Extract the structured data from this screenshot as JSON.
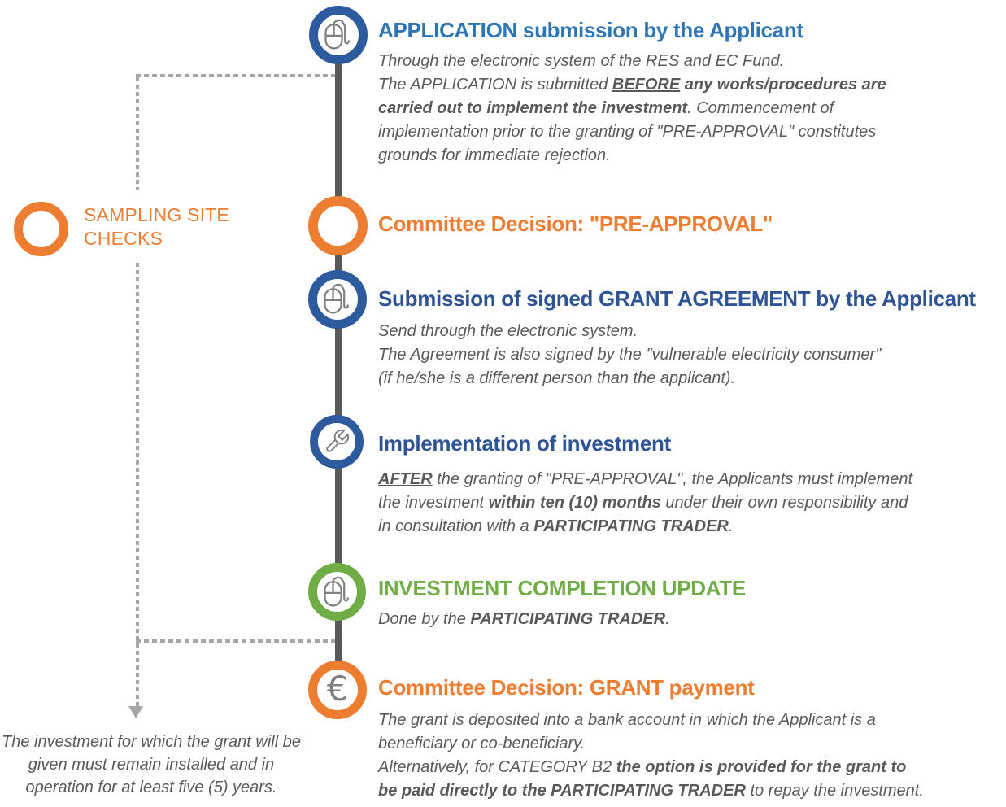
{
  "palette": {
    "blue_circle": "#2E5B9E",
    "blue_title": "#2E75B6",
    "navy_title": "#2F5496",
    "orange": "#ED7D31",
    "green": "#70AD47",
    "text_gray": "#595959",
    "bar_gray": "#595959",
    "dot_gray": "#A6A6A6",
    "icon_gray": "#808080"
  },
  "icons": {
    "euro_glyph": "€"
  },
  "sampling": {
    "line1": "SAMPLING SITE",
    "line2": "CHECKS"
  },
  "footnote": {
    "line1": "The investment for which the grant will be",
    "line2": "given must remain installed and in",
    "line3": "operation for at least five (5) years."
  },
  "steps": [
    {
      "title": "APPLICATION submission by the Applicant",
      "icon": "mouse-icon",
      "body_lines": [
        [
          {
            "t": "Through the electronic system of the RES and EC Fund."
          }
        ],
        [
          {
            "t": "The APPLICATION is submitted "
          },
          {
            "t": "BEFORE",
            "b": true,
            "u": true
          },
          {
            "t": " any works/procedures are",
            "b": true
          }
        ],
        [
          {
            "t": "carried out to implement the investment",
            "b": true
          },
          {
            "t": ". Commencement of"
          }
        ],
        [
          {
            "t": "implementation prior to the granting of \"PRE-APPROVAL\" constitutes"
          }
        ],
        [
          {
            "t": "grounds for immediate rejection."
          }
        ]
      ]
    },
    {
      "title": "Committee Decision: \"PRE-APPROVAL\"",
      "icon": "ring-icon",
      "body_lines": []
    },
    {
      "title": "Submission of signed GRANT AGREEMENT by the Applicant",
      "icon": "mouse-icon",
      "body_lines": [
        [
          {
            "t": "Send through the electronic system."
          }
        ],
        [
          {
            "t": "The Agreement is also signed by the \"vulnerable electricity consumer\""
          }
        ],
        [
          {
            "t": "(if he/she is a different person than the applicant)."
          }
        ]
      ]
    },
    {
      "title": "Implementation of investment",
      "icon": "wrench-icon",
      "body_lines": [
        [
          {
            "t": "AFTER",
            "b": true,
            "u": true
          },
          {
            "t": " the granting of \"PRE-APPROVAL\", the Applicants must implement"
          }
        ],
        [
          {
            "t": "the investment "
          },
          {
            "t": "within ten (10) months",
            "b": true
          },
          {
            "t": " under their own responsibility and"
          }
        ],
        [
          {
            "t": "in consultation with a "
          },
          {
            "t": "PARTICIPATING TRADER",
            "b": true
          },
          {
            "t": "."
          }
        ]
      ]
    },
    {
      "title": "INVESTMENT COMPLETION UPDATE",
      "icon": "mouse-icon",
      "body_lines": [
        [
          {
            "t": "Done by the "
          },
          {
            "t": "PARTICIPATING TRADER",
            "b": true
          },
          {
            "t": "."
          }
        ]
      ]
    },
    {
      "title": "Committee Decision: GRANT payment",
      "icon": "euro-icon",
      "body_lines": [
        [
          {
            "t": "The grant is deposited into a bank account in which the Applicant is a"
          }
        ],
        [
          {
            "t": "beneficiary or co-beneficiary."
          }
        ],
        [
          {
            "t": "Alternatively, for CATEGORY B2 "
          },
          {
            "t": "the option is provided for the grant to",
            "b": true
          }
        ],
        [
          {
            "t": "be paid directly to the PARTICIPATING TRADER",
            "b": true
          },
          {
            "t": " to repay the investment."
          }
        ]
      ]
    }
  ]
}
